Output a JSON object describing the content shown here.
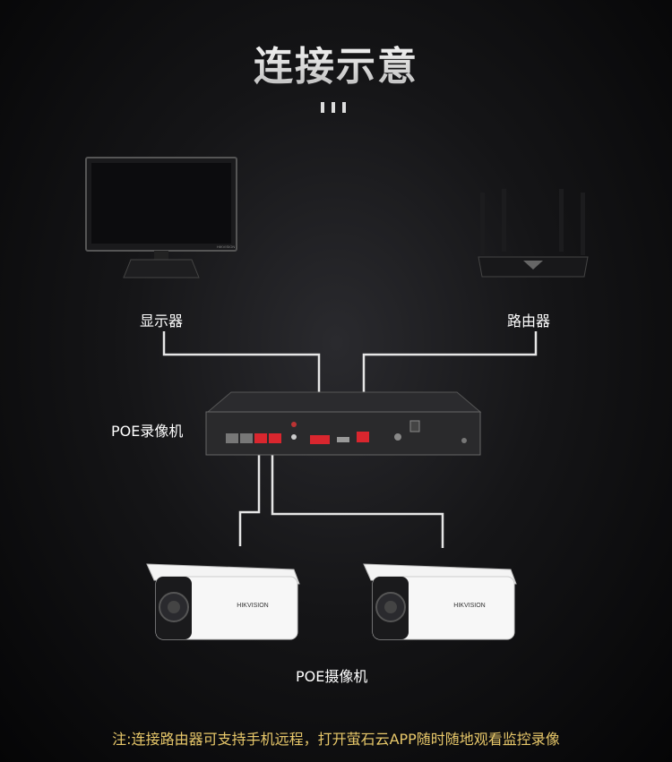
{
  "title": "连接示意",
  "nodes": {
    "monitor": {
      "label": "显示器",
      "icon": "monitor-icon"
    },
    "router": {
      "label": "路由器",
      "icon": "router-icon"
    },
    "nvr": {
      "label": "POE录像机",
      "icon": "nvr-icon"
    },
    "cameras": {
      "label": "POE摄像机",
      "icon": "bullet-camera-icon",
      "brand": "HIKVISION"
    }
  },
  "note": "注:连接路由器可支持手机远程，打开萤石云APP随时随地观看监控录像",
  "colors": {
    "cable": "#e6e6e6",
    "note": "#e8c86a",
    "port_active": "#d9262e"
  }
}
